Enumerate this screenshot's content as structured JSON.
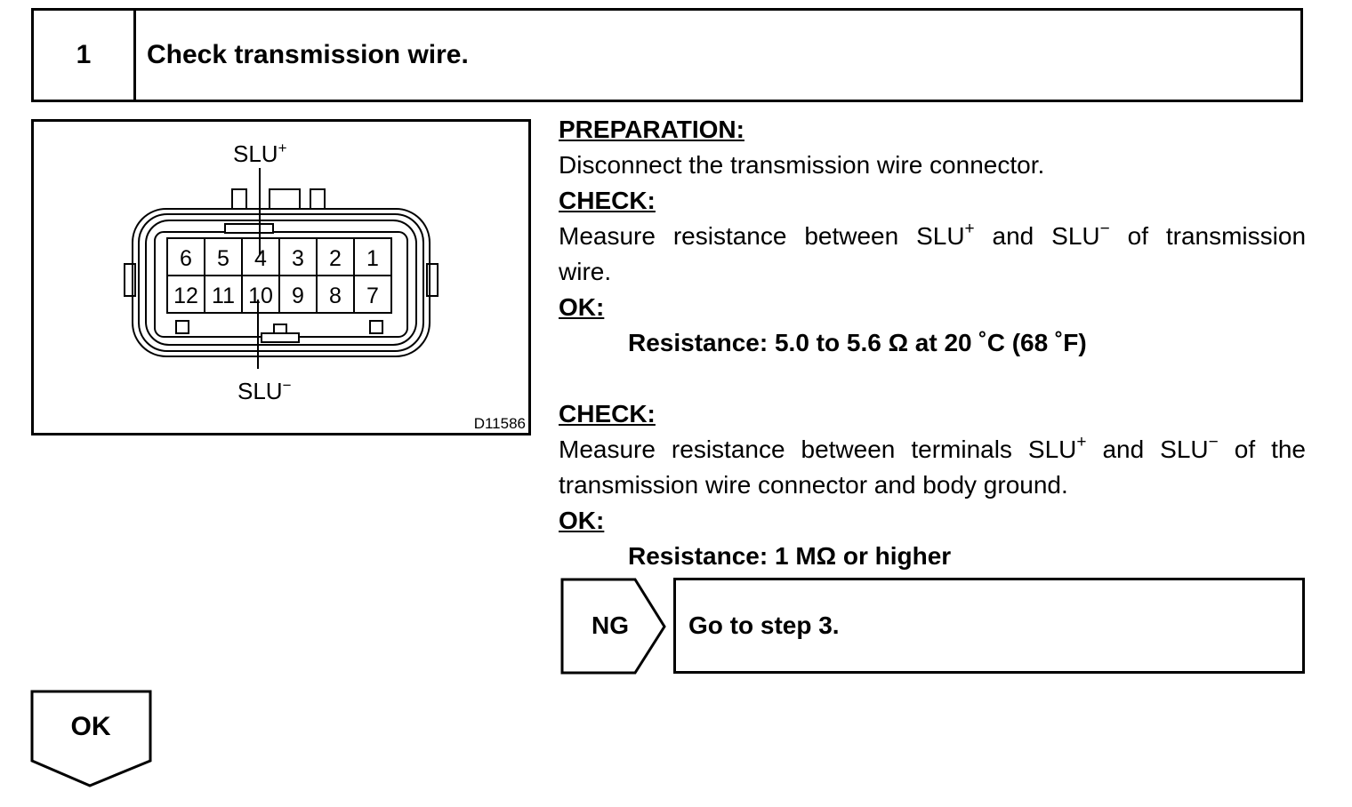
{
  "step": {
    "number": "1",
    "title": "Check transmission wire."
  },
  "figure": {
    "label_top_base": "SLU",
    "label_top_sign": "+",
    "label_bottom_base": "SLU",
    "label_bottom_sign": "−",
    "figure_id": "D11586",
    "pins_row1": [
      "6",
      "5",
      "4",
      "3",
      "2",
      "1"
    ],
    "pins_row2": [
      "12",
      "11",
      "10",
      "9",
      "8",
      "7"
    ]
  },
  "instructions": {
    "prep_head": "PREPARATION:",
    "prep_text": "Disconnect the transmission wire connector.",
    "check1_head": "CHECK:",
    "check1_a": "Measure resistance between SLU",
    "check1_sup1": "+",
    "check1_b": " and SLU",
    "check1_sup2": "−",
    "check1_c": " of transmission",
    "check1_d": "wire.",
    "ok1_head": "OK:",
    "ok1_spec": "Resistance: 5.0 to 5.6 Ω at 20 ˚C (68 ˚F)",
    "check2_head": "CHECK:",
    "check2_a": "Measure resistance between terminals SLU",
    "check2_sup1": "+",
    "check2_b": " and SLU",
    "check2_sup2": "−",
    "check2_c": " of the",
    "check2_d": "transmission wire connector and body ground.",
    "ok2_head": "OK:",
    "ok2_spec": "Resistance: 1 MΩ or higher"
  },
  "ng": {
    "label": "NG",
    "action": "Go to step 3."
  },
  "ok": {
    "label": "OK"
  }
}
